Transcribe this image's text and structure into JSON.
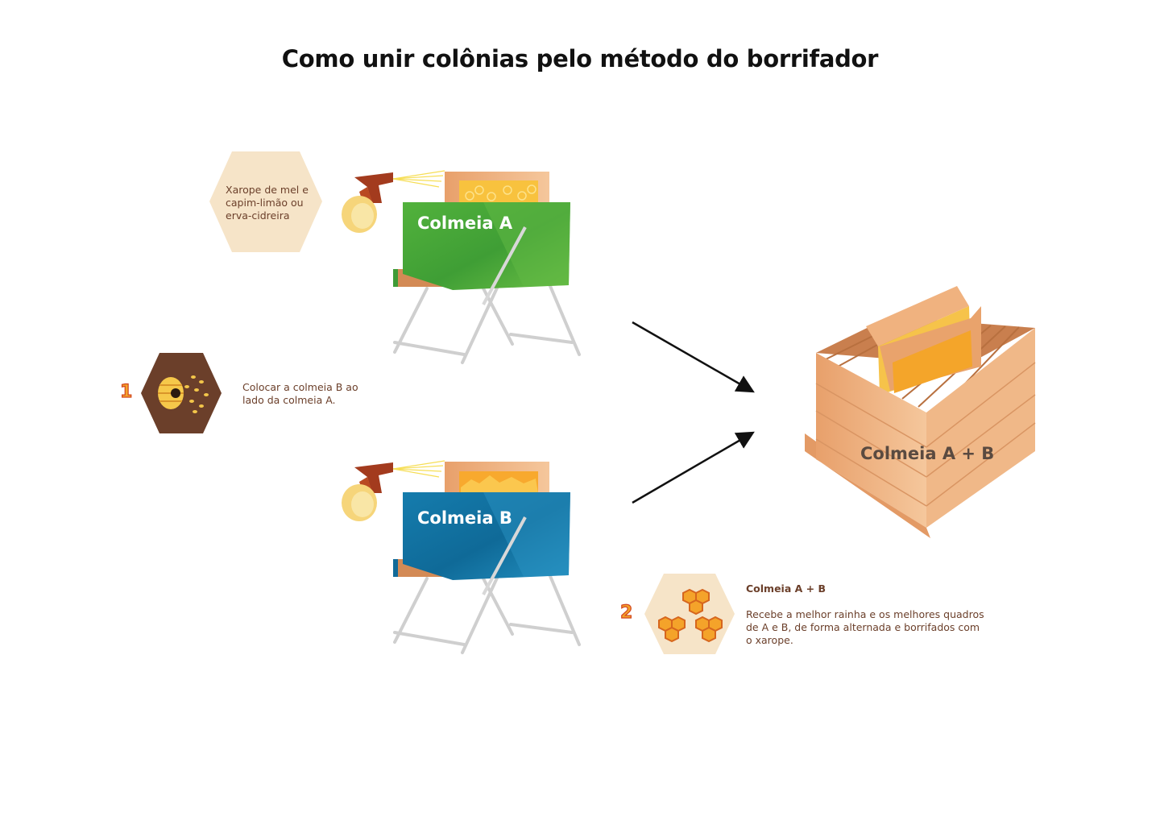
{
  "title": "Como unir colônias pelo método do borrifador",
  "hive_a_label": "Colmeia A",
  "hive_b_label": "Colmeia B",
  "hive_ab_label": "Colmeia A + B",
  "syrup_note": "Xarope de mel e capim-limão ou erva-cidreira",
  "steps": [
    {
      "number": "1",
      "text": "Colocar a colmeia B ao lado da colmeia A."
    },
    {
      "number": "2",
      "title": "Colmeia A + B",
      "text": "Recebe a melhor rainha e os melhores quadros de A e B, de forma alternada e borrifados com o xarope."
    }
  ],
  "colors": {
    "hive_a": "#4fae3a",
    "hive_b": "#1478a8",
    "wood": "#eeb07e",
    "hex_light": "#f6e4c8",
    "hex_dark": "#6b3f2a",
    "text": "#6b3f2a",
    "accent": "#f4a32a"
  }
}
